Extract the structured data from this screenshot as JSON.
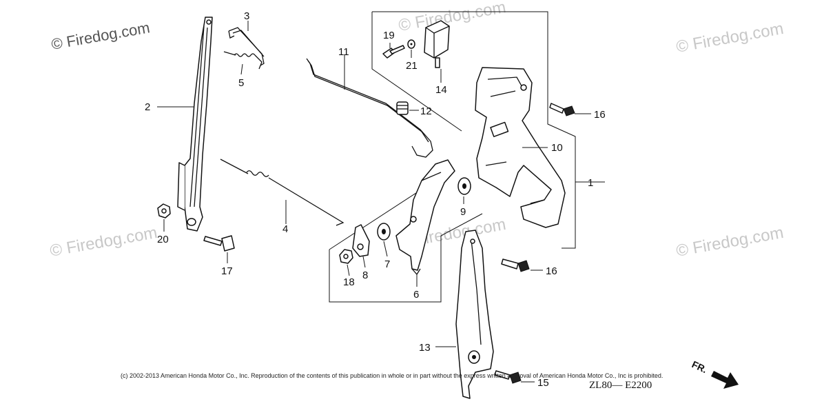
{
  "watermarks": {
    "top_left": "© Firedog.com",
    "top_center": "© Firedog.com",
    "top_right": "© Firedog.com",
    "mid_left": "© Firedog.com",
    "mid_center": "© Firedog.com",
    "mid_right": "© Firedog.com"
  },
  "callouts": {
    "c1": "1",
    "c2": "2",
    "c3": "3",
    "c4": "4",
    "c5": "5",
    "c6": "6",
    "c7": "7",
    "c8": "8",
    "c9": "9",
    "c10": "10",
    "c11": "11",
    "c12": "12",
    "c13": "13",
    "c14": "14",
    "c15": "15",
    "c16a": "16",
    "c16b": "16",
    "c17": "17",
    "c18": "18",
    "c19": "19",
    "c20": "20",
    "c21": "21"
  },
  "copyright": "(c) 2002-2013 American Honda Motor Co., Inc. Reproduction of the contents of this publication in whole or in part without the express written approval of American Honda Motor Co., Inc is prohibited.",
  "diagram_code": "ZL80— E2200",
  "direction_label": "FR."
}
